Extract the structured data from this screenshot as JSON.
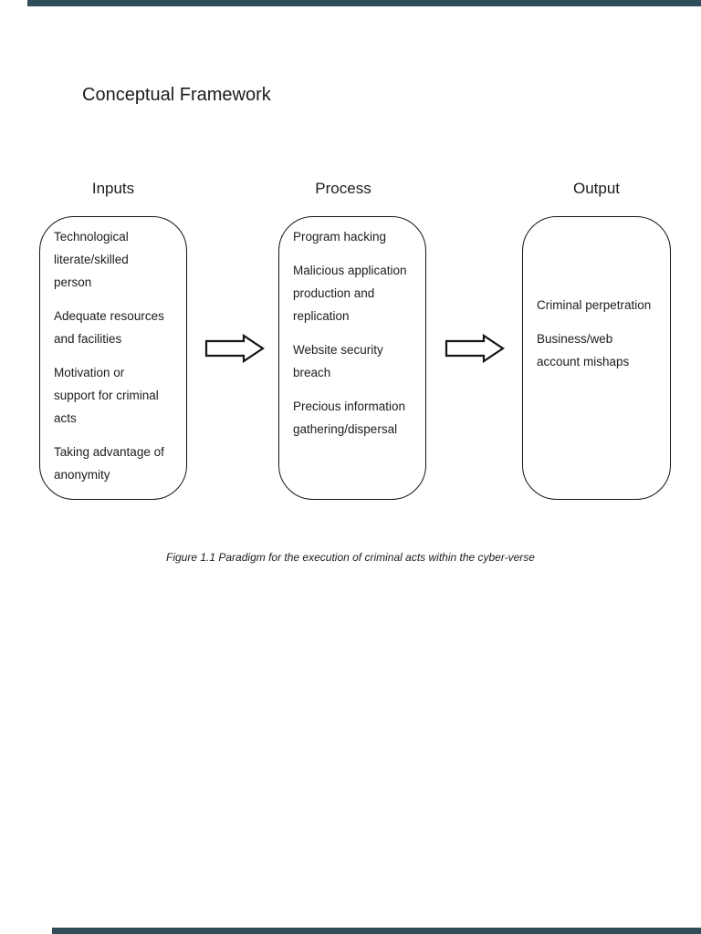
{
  "page": {
    "title": "Conceptual Framework",
    "caption": "Figure 1.1 Paradigm for the execution of criminal acts within the cyber-verse",
    "background_color": "#ffffff",
    "edge_bar_color": "#2f4d5a",
    "text_color": "#1c1c1c",
    "box_border_color": "#141414"
  },
  "diagram": {
    "columns": [
      {
        "header": "Inputs",
        "items": [
          "Technological\nliterate/skilled\nperson",
          "Adequate resources\nand facilities",
          "Motivation or\nsupport for criminal\nacts",
          "Taking advantage of\nanonymity"
        ]
      },
      {
        "header": "Process",
        "items": [
          "Program hacking",
          "Malicious application\nproduction and\nreplication",
          "Website security\nbreach",
          "Precious information\ngathering/dispersal"
        ]
      },
      {
        "header": "Output",
        "items": [
          "Criminal perpetration",
          "Business/web\naccount mishaps"
        ]
      }
    ],
    "arrows": [
      {
        "icon": "right-block-arrow"
      },
      {
        "icon": "right-block-arrow"
      }
    ]
  }
}
